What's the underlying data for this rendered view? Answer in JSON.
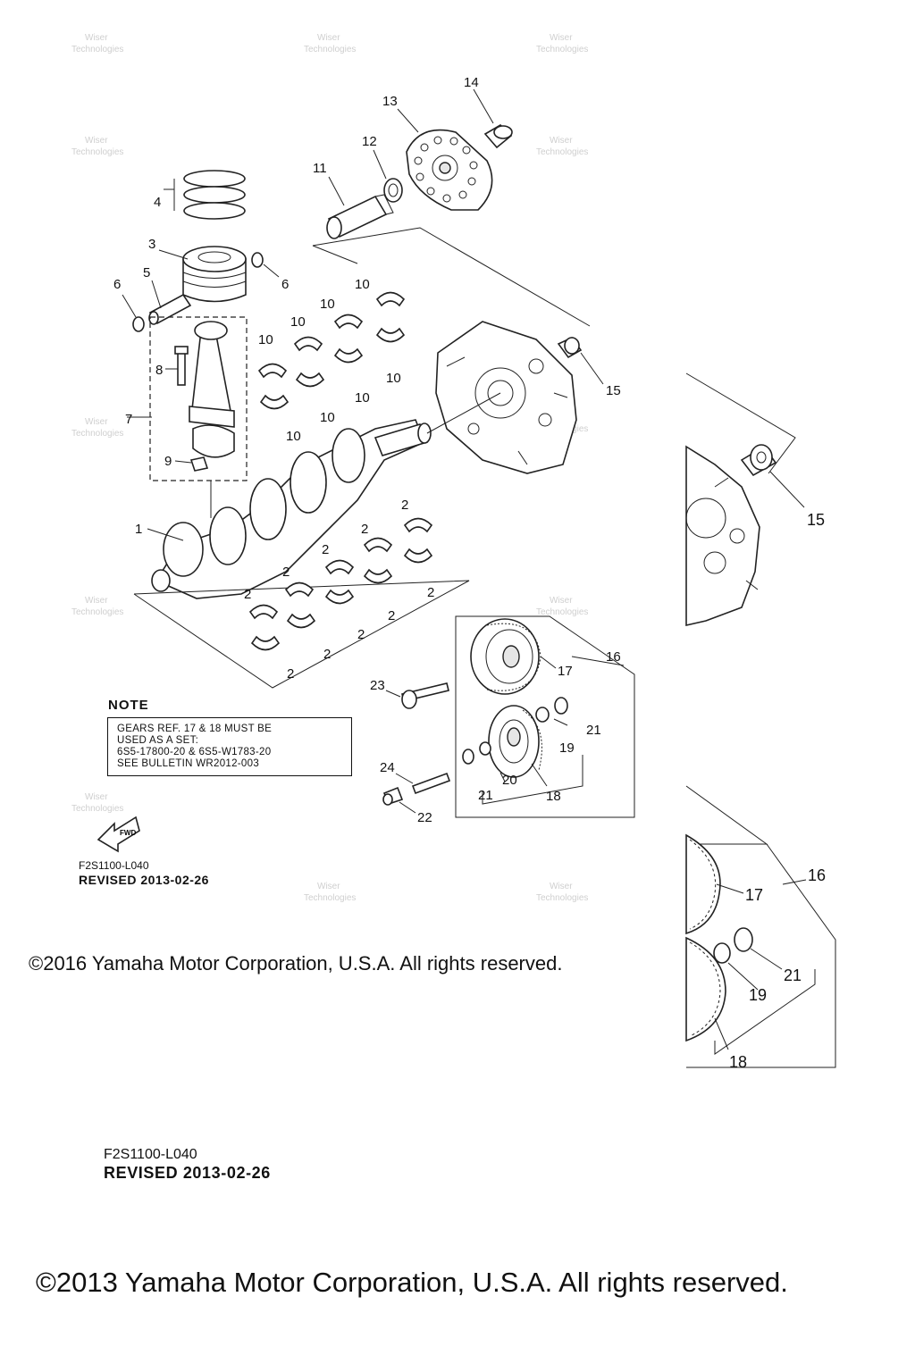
{
  "callouts": {
    "c1": "1",
    "c2": "2",
    "c3": "3",
    "c4": "4",
    "c5": "5",
    "c6": "6",
    "c7": "7",
    "c8": "8",
    "c9": "9",
    "c10": "10",
    "c11": "11",
    "c12": "12",
    "c13": "13",
    "c14": "14",
    "c15": "15",
    "c16": "16",
    "c17": "17",
    "c18": "18",
    "c19": "19",
    "c20": "20",
    "c21": "21",
    "c22": "22",
    "c23": "23",
    "c24": "24"
  },
  "note": {
    "title": "NOTE",
    "line1": "GEARS REF. 17 & 18 MUST BE",
    "line2": "USED AS A SET:",
    "line3": "6S5-17800-20 & 6S5-W1783-20",
    "line4": "SEE BULLETIN WR2012-003"
  },
  "fwd_label": "FWD",
  "diagram_code": "F2S1100-L040",
  "revised": "REVISED 2013-02-26",
  "copyright_2016": "©2016 Yamaha Motor Corporation, U.S.A. All rights reserved.",
  "copyright_2013": "©2013 Yamaha Motor Corporation, U.S.A. All rights reserved.",
  "watermark_line1": "Wiser",
  "watermark_line2": "Technologies"
}
